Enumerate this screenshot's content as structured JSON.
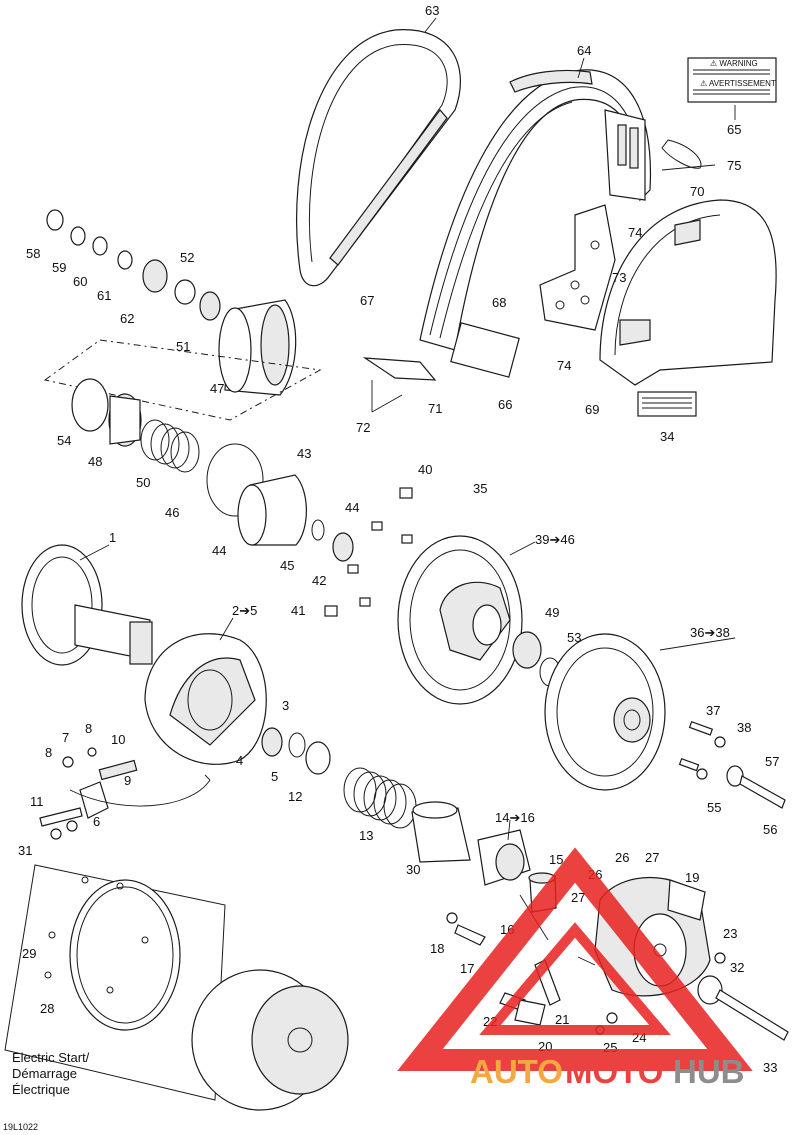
{
  "diagram": {
    "drawing_code": "19L1022",
    "inset_caption": [
      "Electric Start/",
      "Démarrage",
      "Électrique"
    ],
    "callouts": [
      {
        "id": "c1",
        "text": "1"
      },
      {
        "id": "c2-5",
        "text": "2➔5"
      },
      {
        "id": "c3",
        "text": "3"
      },
      {
        "id": "c4",
        "text": "4"
      },
      {
        "id": "c5",
        "text": "5"
      },
      {
        "id": "c6",
        "text": "6"
      },
      {
        "id": "c7",
        "text": "7"
      },
      {
        "id": "c8a",
        "text": "8"
      },
      {
        "id": "c8b",
        "text": "8"
      },
      {
        "id": "c9",
        "text": "9"
      },
      {
        "id": "c10",
        "text": "10"
      },
      {
        "id": "c11",
        "text": "11"
      },
      {
        "id": "c12",
        "text": "12"
      },
      {
        "id": "c13",
        "text": "13"
      },
      {
        "id": "c14-16",
        "text": "14➔16"
      },
      {
        "id": "c15",
        "text": "15"
      },
      {
        "id": "c16",
        "text": "16"
      },
      {
        "id": "c17",
        "text": "17"
      },
      {
        "id": "c18",
        "text": "18"
      },
      {
        "id": "c19",
        "text": "19"
      },
      {
        "id": "c20",
        "text": "20"
      },
      {
        "id": "c21",
        "text": "21"
      },
      {
        "id": "c22",
        "text": "22"
      },
      {
        "id": "c23",
        "text": "23"
      },
      {
        "id": "c24",
        "text": "24"
      },
      {
        "id": "c25",
        "text": "25"
      },
      {
        "id": "c26a",
        "text": "26"
      },
      {
        "id": "c26b",
        "text": "26"
      },
      {
        "id": "c27a",
        "text": "27"
      },
      {
        "id": "c27b",
        "text": "27"
      },
      {
        "id": "c28",
        "text": "28"
      },
      {
        "id": "c29",
        "text": "29"
      },
      {
        "id": "c30",
        "text": "30"
      },
      {
        "id": "c31",
        "text": "31"
      },
      {
        "id": "c32",
        "text": "32"
      },
      {
        "id": "c33",
        "text": "33"
      },
      {
        "id": "c34",
        "text": "34"
      },
      {
        "id": "c35",
        "text": "35"
      },
      {
        "id": "c36-38",
        "text": "36➔38"
      },
      {
        "id": "c37",
        "text": "37"
      },
      {
        "id": "c38",
        "text": "38"
      },
      {
        "id": "c39-46",
        "text": "39➔46"
      },
      {
        "id": "c40",
        "text": "40"
      },
      {
        "id": "c41",
        "text": "41"
      },
      {
        "id": "c42",
        "text": "42"
      },
      {
        "id": "c43",
        "text": "43"
      },
      {
        "id": "c44a",
        "text": "44"
      },
      {
        "id": "c44b",
        "text": "44"
      },
      {
        "id": "c45",
        "text": "45"
      },
      {
        "id": "c46",
        "text": "46"
      },
      {
        "id": "c47",
        "text": "47"
      },
      {
        "id": "c48",
        "text": "48"
      },
      {
        "id": "c49",
        "text": "49"
      },
      {
        "id": "c50",
        "text": "50"
      },
      {
        "id": "c51",
        "text": "51"
      },
      {
        "id": "c52",
        "text": "52"
      },
      {
        "id": "c53",
        "text": "53"
      },
      {
        "id": "c54",
        "text": "54"
      },
      {
        "id": "c55",
        "text": "55"
      },
      {
        "id": "c56",
        "text": "56"
      },
      {
        "id": "c57",
        "text": "57"
      },
      {
        "id": "c58",
        "text": "58"
      },
      {
        "id": "c59",
        "text": "59"
      },
      {
        "id": "c60",
        "text": "60"
      },
      {
        "id": "c61",
        "text": "61"
      },
      {
        "id": "c62",
        "text": "62"
      },
      {
        "id": "c63",
        "text": "63"
      },
      {
        "id": "c64",
        "text": "64"
      },
      {
        "id": "c65",
        "text": "65"
      },
      {
        "id": "c66",
        "text": "66"
      },
      {
        "id": "c67",
        "text": "67"
      },
      {
        "id": "c68",
        "text": "68"
      },
      {
        "id": "c69",
        "text": "69"
      },
      {
        "id": "c70",
        "text": "70"
      },
      {
        "id": "c71",
        "text": "71"
      },
      {
        "id": "c72",
        "text": "72"
      },
      {
        "id": "c73",
        "text": "73"
      },
      {
        "id": "c74a",
        "text": "74"
      },
      {
        "id": "c74b",
        "text": "74"
      },
      {
        "id": "c75",
        "text": "75"
      }
    ],
    "warning_label": {
      "line1": "⚠ WARNING",
      "line2": "⚠ AVERTISSEMENT"
    }
  },
  "watermark": {
    "part1": "AUTO",
    "part2": "MOTO",
    "part3": "HUB",
    "color_red": "#e8211f",
    "color_orange": "#f39a1f",
    "color_grey": "#7a7a7a"
  }
}
